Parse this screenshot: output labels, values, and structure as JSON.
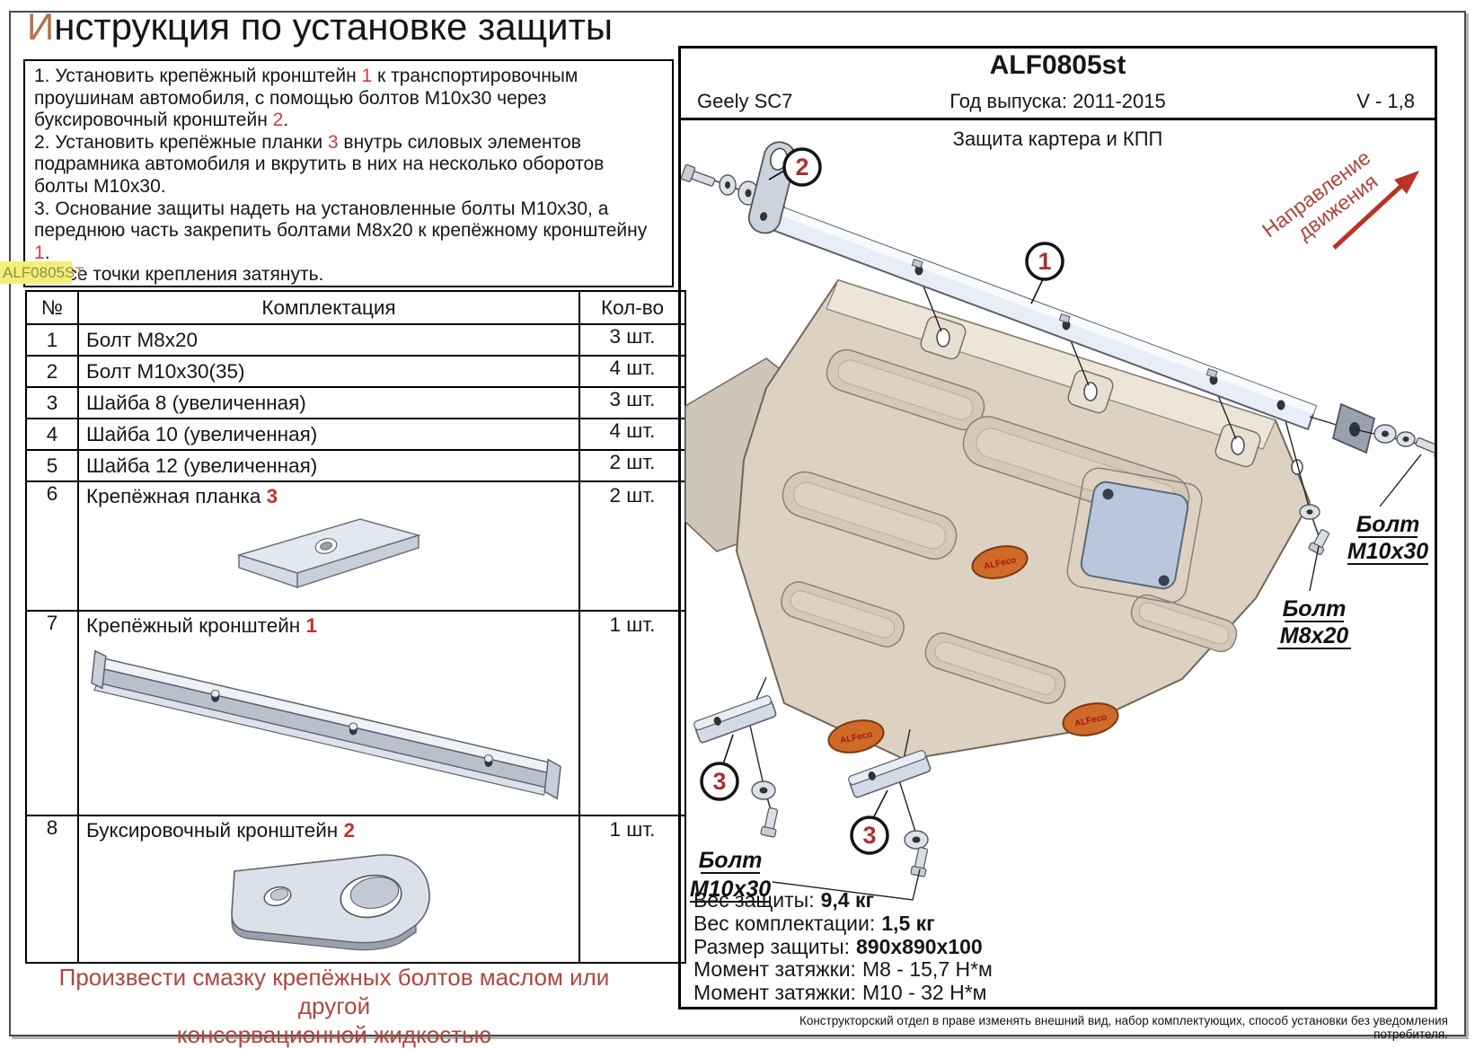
{
  "page": {
    "title_accent": "И",
    "title_rest": "нструкция по установке защиты",
    "tag": "ALF0805ST"
  },
  "instructions": {
    "p1_pre": "1. Установить крепёжный кронштейн ",
    "p1_n1": "1",
    "p1_mid": " к транспортировочным проушинам автомобиля, с помощью болтов М10х30 через буксировочный кронштейн ",
    "p1_n2": "2",
    "p1_end": ".",
    "p2_pre": "2. Установить крепёжные планки ",
    "p2_n1": "3",
    "p2_end": " внутрь силовых элементов подрамника автомобиля и вкрутить в них на несколько оборотов болты М10х30.",
    "p3_pre": "3. Основание защиты надеть на установленные болты М10х30, а переднюю часть закрепить болтами М8х20 к крепёжному кронштейну ",
    "p3_n1": "1",
    "p3_end": ".",
    "p4": "4. Все точки крепления затянуть."
  },
  "table": {
    "headers": {
      "num": "№",
      "name": "Комплектация",
      "qty": "Кол-во"
    },
    "rows": [
      {
        "num": "1",
        "name": "Болт М8х20",
        "qty": "3 шт."
      },
      {
        "num": "2",
        "name": "Болт М10х30(35)",
        "qty": "4 шт."
      },
      {
        "num": "3",
        "name": "Шайба 8 (увеличенная)",
        "qty": "3 шт."
      },
      {
        "num": "4",
        "name": "Шайба 10 (увеличенная)",
        "qty": "4 шт."
      },
      {
        "num": "5",
        "name": "Шайба 12 (увеличенная)",
        "qty": "2 шт."
      },
      {
        "num": "6",
        "name": "Крепёжная планка ",
        "ref": "3",
        "qty": "2 шт."
      },
      {
        "num": "7",
        "name": "Крепёжный кронштейн ",
        "ref": "1",
        "qty": "1 шт."
      },
      {
        "num": "8",
        "name": "Буксировочный кронштейн ",
        "ref": "2",
        "qty": "1 шт."
      }
    ]
  },
  "note": {
    "line1": "Произвести смазку крепёжных болтов маслом или другой",
    "line2": "консервационной жидкостью"
  },
  "panel": {
    "code": "ALF0805st",
    "model": "Geely SC7",
    "year": "Год выпуска: 2011-2015",
    "version": "V - 1,8",
    "subtitle": "Защита картера и КПП",
    "direction_line1": "Направление",
    "direction_line2": "движения",
    "logo": "ALFeco",
    "callouts": {
      "c1": "1",
      "c2": "2",
      "c3": "3"
    },
    "labels": {
      "bolt_right_1": "Болт",
      "bolt_right_2": "М10х30",
      "bolt_m8_1": "Болт",
      "bolt_m8_2": "М8х20",
      "bolt_left_1": "Болт",
      "bolt_left_2": "М10х30"
    },
    "specs": [
      {
        "label": "Вес защиты:",
        "value": "9,4 кг"
      },
      {
        "label": "Вес комплектации:",
        "value": "1,5 кг"
      },
      {
        "label": "Размер защиты:",
        "value": "890х890х100"
      },
      {
        "label": "Момент затяжки:",
        "value": "М8 - 15,7 Н*м"
      },
      {
        "label": "Момент затяжки:",
        "value": "М10 - 32 Н*м"
      }
    ],
    "footnote": "Конструкторский отдел в праве изменять внешний вид, набор комплектующих, способ установки без уведомления потребителя."
  },
  "colors": {
    "accent_red": "#c0392b",
    "ref_red": "#c84040",
    "title_accent": "#b5714b",
    "note_red": "#b0463c",
    "tag_bg": "#f3ee79",
    "shield_beige": "#ddd2c2",
    "bar_steel": "#e9eef6",
    "hatch_blue": "#b9c6de",
    "logo_orange": "#cf6a28"
  }
}
